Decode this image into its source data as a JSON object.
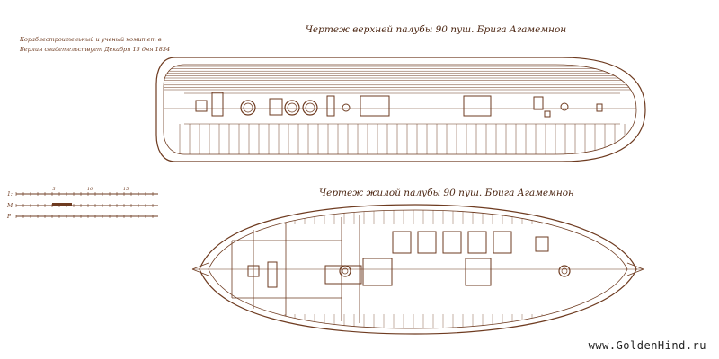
{
  "upper_deck_title": "Чертеж верхней палубы 90 пуш. Брига Агамемнон",
  "living_deck_title": "Чертеж жилой палубы 90 пуш. Брига Агамемнон",
  "stamp_line_1": "Кораблестроительный и ученый комитет в",
  "stamp_line_2": "Берлин свидетельствует Декабря 15 дня 1834",
  "scale": {
    "row_labels": [
      "1:",
      "M",
      "P"
    ],
    "top_ticks": [
      "5",
      "10",
      "15"
    ]
  },
  "watermark": "www.GoldenHind.ru",
  "colors": {
    "ink": "#6e3b20",
    "paper": "#ffffff"
  }
}
